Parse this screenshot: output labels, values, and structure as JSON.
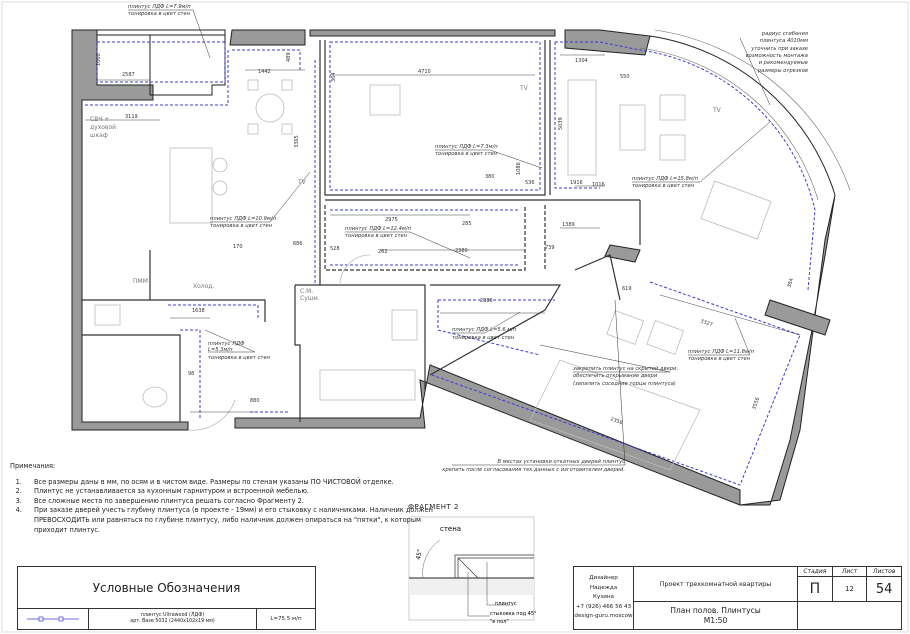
{
  "plan": {
    "leaders": {
      "balcony": [
        "плинтус ЛДФ L=7.9м/п",
        "тонировка в цвет стен"
      ],
      "kitchen": [
        "плинтус ЛДФ L=10.9м/п",
        "тонировка в цвет стен"
      ],
      "office": [
        "плинтус ЛДФ L=7.3м/п",
        "тонировка в цвет стен"
      ],
      "corridor": [
        "плинтус ЛДФ L=12.4м/п",
        "тонировка в цвет стен"
      ],
      "living": [
        "плинтус ЛДФ L=15.8м/п",
        "тонировка в цвет стен"
      ],
      "radius": [
        "радиус сгибания",
        "плинтуса 4010мм",
        "уточнить при заказе",
        "возможность монтажа",
        "и рекомендуемые",
        "размеры отрезков"
      ],
      "wardrobe": [
        "плинтус ЛДФ L=5.6 м/п",
        "тонировка в цвет стен"
      ],
      "hall": [
        "плинтус ЛДФ",
        "L=5.3м/п",
        "тонировка в цвет стен"
      ],
      "bedroom": [
        "плинтус ЛДФ L=11.8м/п",
        "тонировка в цвет стен"
      ],
      "hidden_door": [
        "закрепить плинтус на скрытой двери,",
        "обеспечить открывание двери",
        "(запилить соседние торцы плинтуса)"
      ],
      "sliding_doors": [
        "В местах установки откатных дверей плинтус",
        "крепить после согласования тех.данных с изготовителем дверей."
      ]
    },
    "rooms": {
      "tv1": "TV",
      "tv2": "TV",
      "tv3": "TV",
      "oven": [
        "СВЧ +",
        "духовой",
        "шкаф"
      ],
      "dishwasher": "ПММ",
      "fridge": "Холод.",
      "washer": [
        "С.М.",
        "Сушм."
      ]
    },
    "dims": {
      "d2587": "2587",
      "d1000": "1000",
      "d3119": "3119",
      "d1442": "1442",
      "d489": "489",
      "d3365": "3365",
      "d4710": "4710",
      "d364": "364",
      "d1304": "1304",
      "d550": "550",
      "d5039": "5039",
      "d1016": "1016",
      "d380": "380",
      "d536": "536",
      "d2975": "2975",
      "d285": "285",
      "d2380": "2380",
      "d528": "528",
      "d686": "686",
      "d170": "170",
      "d1389": "1389",
      "d739": "739",
      "d2385": "2385",
      "d3327": "3327",
      "d3556": "3556",
      "d2358": "2358",
      "d1638": "1638",
      "d880": "880",
      "d619": "619",
      "d384": "384",
      "d1916": "1916",
      "d1086": "1086",
      "d262": "262",
      "d98": "98"
    }
  },
  "notes": {
    "heading": "Примечания:",
    "items": [
      "Все размеры даны в мм, по осям и в чистом виде. Размеры по стенам указаны ПО ЧИСТОВОЙ отделке.",
      "Плинтус не устанавливается за кухонным гарнитуром и встроенной мебелью.",
      "Все сложные места по завершению плинтуса решать согласно Фрагменту 2.",
      "При заказе дверей учесть глубину плинтуса (в проекте - 19мм) и его стыковку с наличниками. Наличник должен ПРЕВОСХОДИТЬ или равняться по глубине  плинтусу, либо наличник должен опираться на \"пятки\", к которым приходит плинтус."
    ]
  },
  "fragment": {
    "title": "ФРАГМЕНТ 2",
    "wall": "стена",
    "angle": "45°",
    "skirting": "плинтус",
    "joint": [
      "стыковка под 45°",
      "\"в пол\""
    ]
  },
  "legend": {
    "title": "Условные Обозначения",
    "desc": [
      "плинтус Ultrawood (ЛДФ)",
      "арт. Base 5032 (2440x102x19 мм)"
    ],
    "length": "L=75.5 м/п",
    "line_color": "#3b3bd6"
  },
  "title_block": {
    "designer": [
      "Дизайнер",
      "Надежда",
      "Кузина",
      "+7 (926) 466 56 43",
      "design-guru.moscow"
    ],
    "project": "Проект трехкомнатной квартиры",
    "sheet_title": [
      "План полов. Плинтусы",
      "М1:50"
    ],
    "stage_label": "Стадия",
    "sheet_label": "Лист",
    "sheets_label": "Листов",
    "stage": "П",
    "sheet": "12",
    "sheets": "54"
  }
}
